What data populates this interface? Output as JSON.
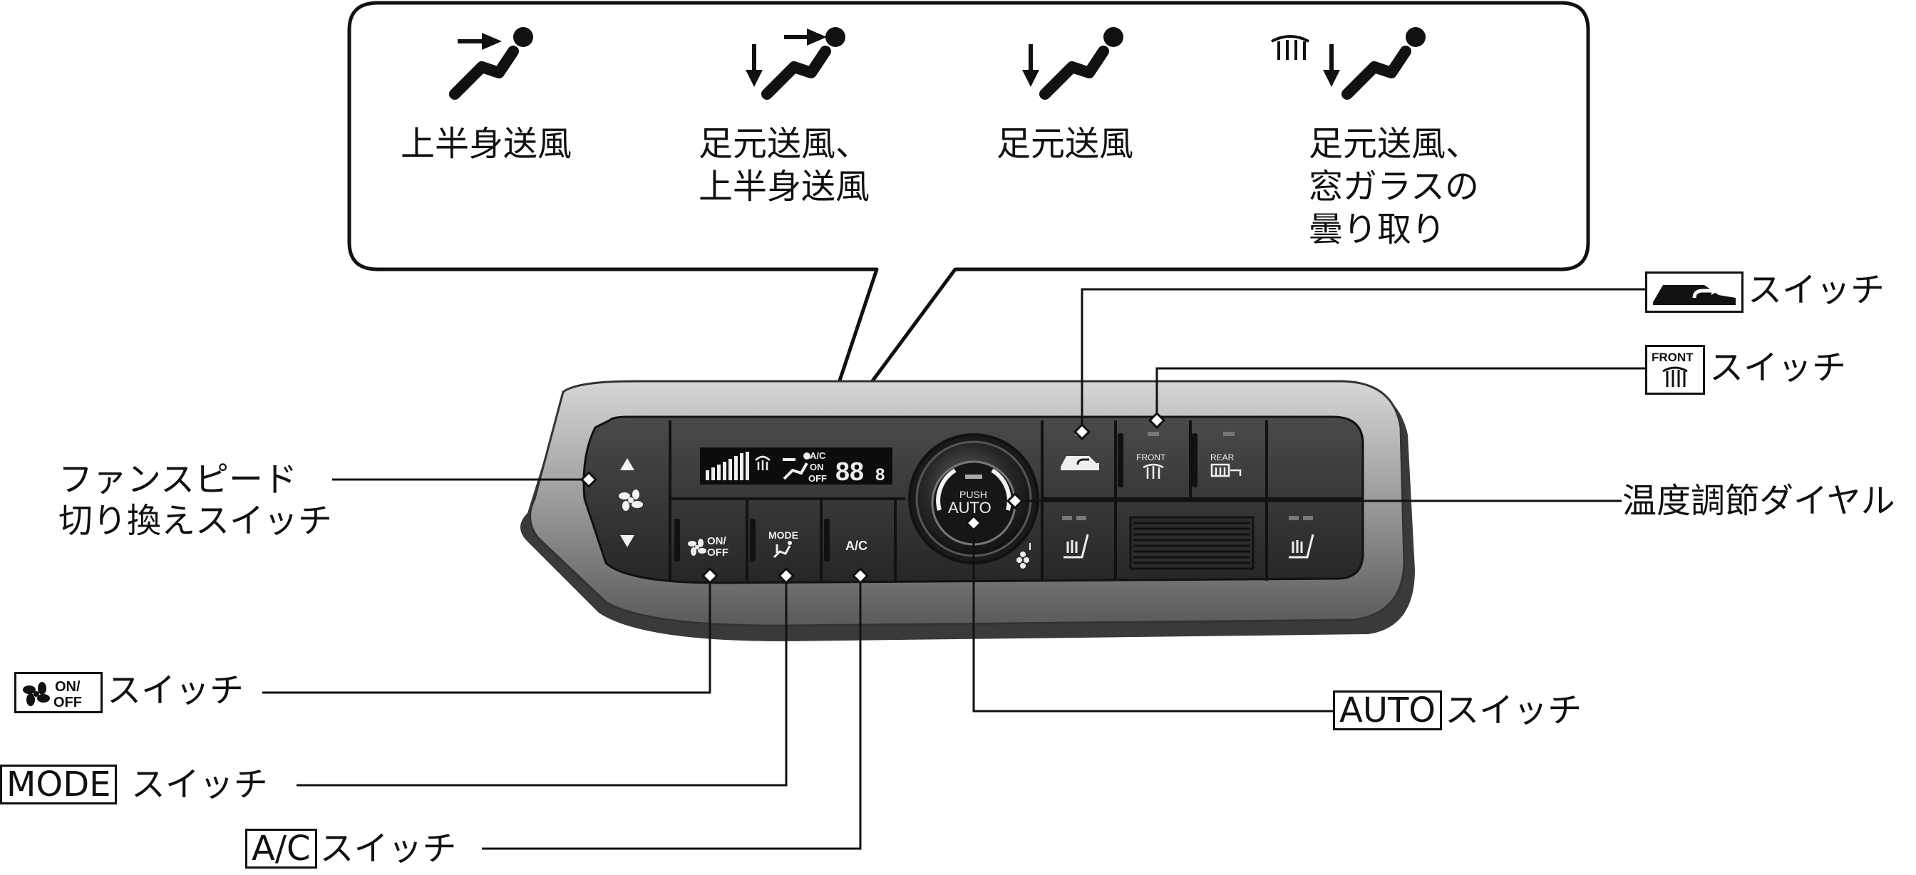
{
  "modes": [
    {
      "icon": "upper-body-airflow-icon",
      "label_lines": [
        "上半身送風"
      ]
    },
    {
      "icon": "floor-and-upper-body-airflow-icon",
      "label_lines": [
        "足元送風、",
        "上半身送風"
      ]
    },
    {
      "icon": "floor-airflow-icon",
      "label_lines": [
        "足元送風"
      ]
    },
    {
      "icon": "floor-and-defrost-airflow-icon",
      "label_lines": [
        "足元送風、",
        "窓ガラスの",
        "曇り取り"
      ]
    }
  ],
  "callouts": {
    "fan_speed": {
      "lines": [
        "ファンスピード",
        "切り換えスイッチ"
      ]
    },
    "fan_onoff": {
      "icon_text_top": "ON/",
      "icon_text_bottom": "OFF",
      "suffix": "スイッチ"
    },
    "mode": {
      "key": "MODE",
      "suffix": "スイッチ"
    },
    "ac": {
      "key": "A/C",
      "suffix": "スイッチ"
    },
    "recirc": {
      "suffix": "スイッチ"
    },
    "front_defrost": {
      "icon_text": "FRONT",
      "suffix": "スイッチ"
    },
    "temp_dial": {
      "text": "温度調節ダイヤル"
    },
    "auto": {
      "key": "AUTO",
      "suffix": "スイッチ"
    }
  },
  "panel": {
    "fan_onoff_top": "ON/",
    "fan_onoff_bottom": "OFF",
    "mode_label": "MODE",
    "ac_label": "A/C",
    "display_ac": "A/C",
    "display_on": "ON",
    "display_off": "OFF",
    "display_temp": "88",
    "display_temp_decimal": "8",
    "push_label": "PUSH",
    "auto_label": "AUTO",
    "front_label": "FRONT",
    "rear_label": "REAR"
  }
}
